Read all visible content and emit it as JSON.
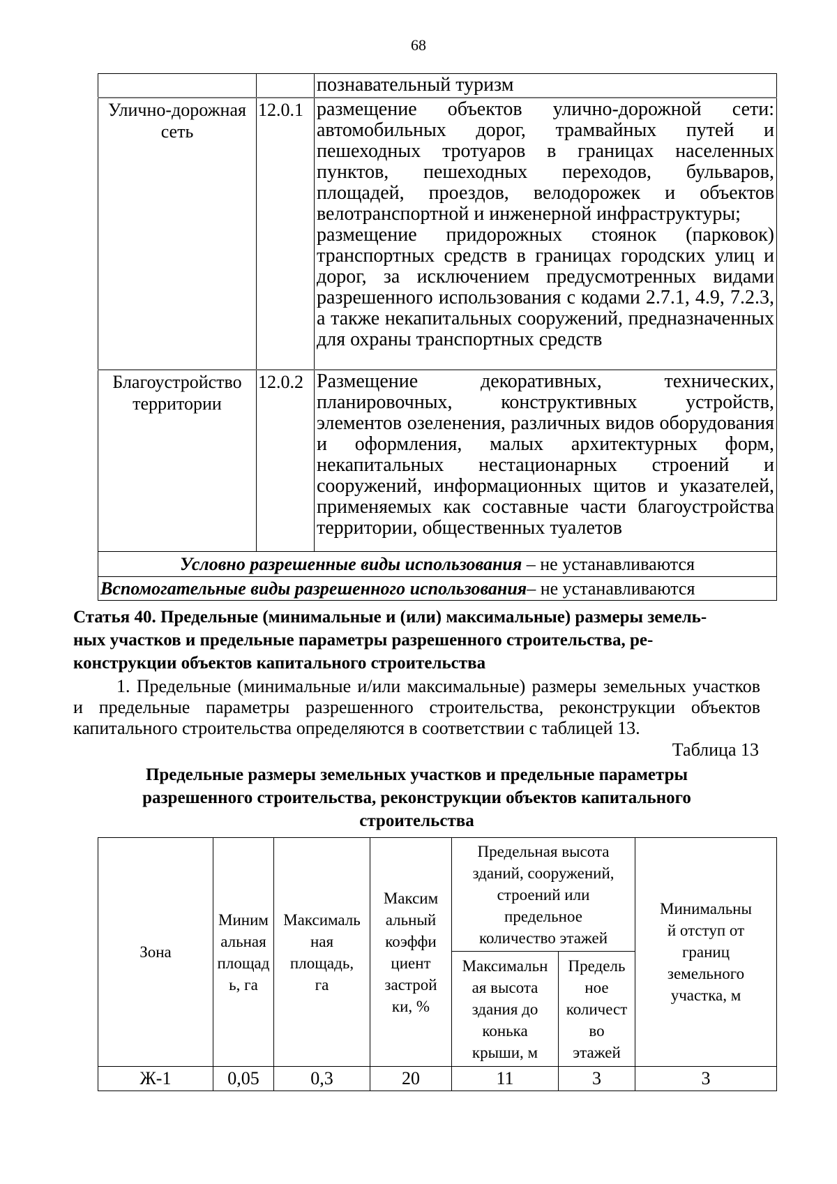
{
  "page": {
    "number": "68"
  },
  "table1": {
    "row0": {
      "desc": "познавательный туризм"
    },
    "row1": {
      "name": "Улично-дорожная сеть",
      "code": "12.0.1",
      "desc1": "размещение объектов улично-дорожной сети: автомобильных дорог, трамвайных путей и пешеходных тротуаров в границах населенных пунктов, пешеходных переходов, бульваров, площадей, проездов, велодорожек и объектов велотранспортной и инженерной инфраструктуры;",
      "desc2": "размещение придорожных стоянок (парковок) транспортных средств в границах городских улиц и дорог, за исключением предусмотренных видами разрешенного использования с кодами 2.7.1, 4.9, 7.2.3, а также некапитальных сооружений, предназначенных для охраны транспортных средств"
    },
    "row2": {
      "name": "Благоустройство территории",
      "code": "12.0.2",
      "desc": "Размещение декоративных, технических, планировочных, конструктивных устройств, элементов озеленения, различных видов оборудования и оформления, малых архитектурных форм, некапитальных нестационарных строений и сооружений, информационных щитов и указателей, применяемых как составные части благоустройства территории, общественных туалетов"
    },
    "row3": {
      "em": "Условно разрешенные виды использования",
      "rest": " – не устанавливаются"
    },
    "row4": {
      "em": "Вспомогательные виды разрешенного использования",
      "rest": "– не устанавливаются"
    }
  },
  "article": {
    "heading": "Статья 40. Предельные (минимальные и (или) максимальные) размеры земель-\nных участков и предельные параметры разрешенного строительства, ре-\nконструкции объектов капитального строительства",
    "paragraph1": "1. Предельные (минимальные и/или максимальные) размеры земельных участков и предельные параметры разрешенного строительства, реконструкции объектов капитального строительства определяются в соответствии с таблицей 13.",
    "table_ref": "Таблица 13"
  },
  "table13": {
    "title": "Предельные размеры земельных участков и предельные параметры\nразрешенного строительства, реконструкции объектов капитального\nстроительства",
    "headers": {
      "zone": "Зона",
      "min_area": "Миним\nальная\nплощад\nь, га",
      "max_area": "Максималь\nная\nплощадь,\nга",
      "max_coeff": "Максим\nальный\nкоэффи\nциент\nзастрой\nки, %",
      "height_group": "Предельная высота\nзданий, сооружений,\nстроений или\nпредельное\nколичество этажей",
      "max_height": "Максимальн\nая высота\nздания до\nконька\nкрыши, м",
      "max_floors": "Предель\nное\nколичест\nво\nэтажей",
      "min_setback": "Минимальны\nй отступ от\nграниц\nземельного\nучастка, м"
    },
    "rows": [
      [
        "Ж-1",
        "0,05",
        "0,3",
        "20",
        "11",
        "3",
        "3"
      ]
    ]
  }
}
